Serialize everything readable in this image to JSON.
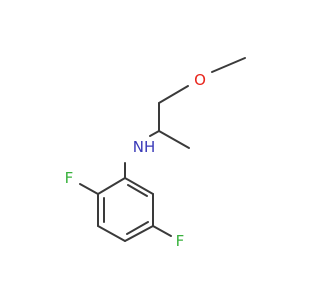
{
  "molecule": {
    "atoms": {
      "oxygen": {
        "symbol": "O",
        "color": "#e8241b"
      },
      "nitrogen": {
        "symbol": "NH",
        "color": "#3a3ab8"
      },
      "fluorine_ortho": {
        "symbol": "F",
        "color": "#38b13c"
      },
      "fluorine_meta": {
        "symbol": "F",
        "color": "#38b13c"
      }
    },
    "bond_color": "#3a3a3a"
  }
}
